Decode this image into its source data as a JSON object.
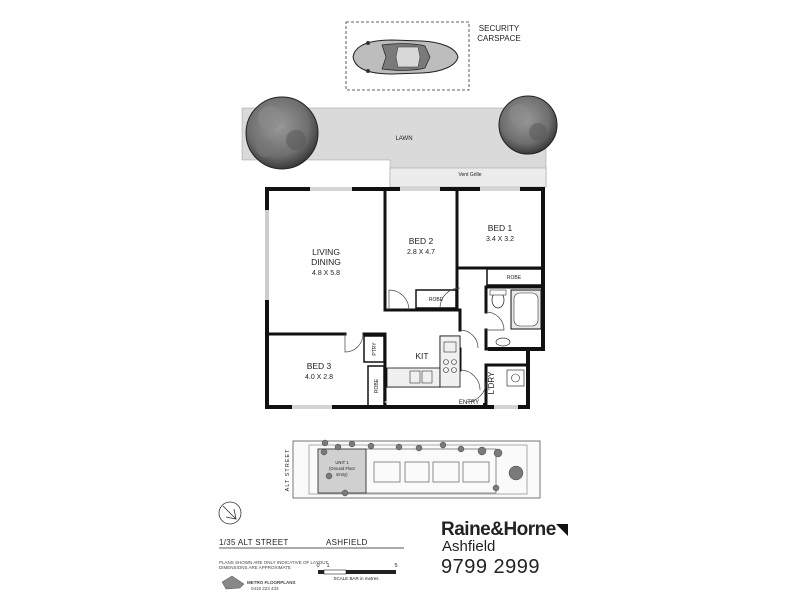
{
  "labels": {
    "security_carspace": [
      "SECURITY",
      "CARSPACE"
    ],
    "lawn": "LAWN",
    "vent_grille": "Vent Grille",
    "living_dining": [
      "LIVING",
      "DINING"
    ],
    "living_dining_size": "4.8 X 5.8",
    "bed2": "BED 2",
    "bed2_size": "2.8 X 4.7",
    "bed1": "BED 1",
    "bed1_size": "3.4 X 3.2",
    "bed3": "BED 3",
    "bed3_size": "4.0 X 2.8",
    "robe": "ROBE",
    "kit": "KIT",
    "ptry": "PTRY",
    "ldry": "L'DRY",
    "entry": "ENTRY"
  },
  "site_plan": {
    "street": "ALT STREET",
    "unit_label": [
      "UNIT 1",
      "(Ground Floor",
      "Entry)"
    ]
  },
  "footer": {
    "address": "1/35 ALT STREET",
    "suburb": "ASHFIELD",
    "disclaimer": [
      "PLANS SHOWN ARE ONLY INDICATIVE OF LAYOUT",
      "DIMENSIONS ARE APPROXIMATE"
    ],
    "scale_ticks": [
      "0",
      "1",
      "5"
    ],
    "scale_caption": "SCALE BAR in metres",
    "drafter": "METRO FLOORPLANS",
    "drafter_phone": "0418 223 433",
    "brand": "Raine&Horne",
    "office": "Ashfield",
    "phone": "9799 2999"
  }
}
